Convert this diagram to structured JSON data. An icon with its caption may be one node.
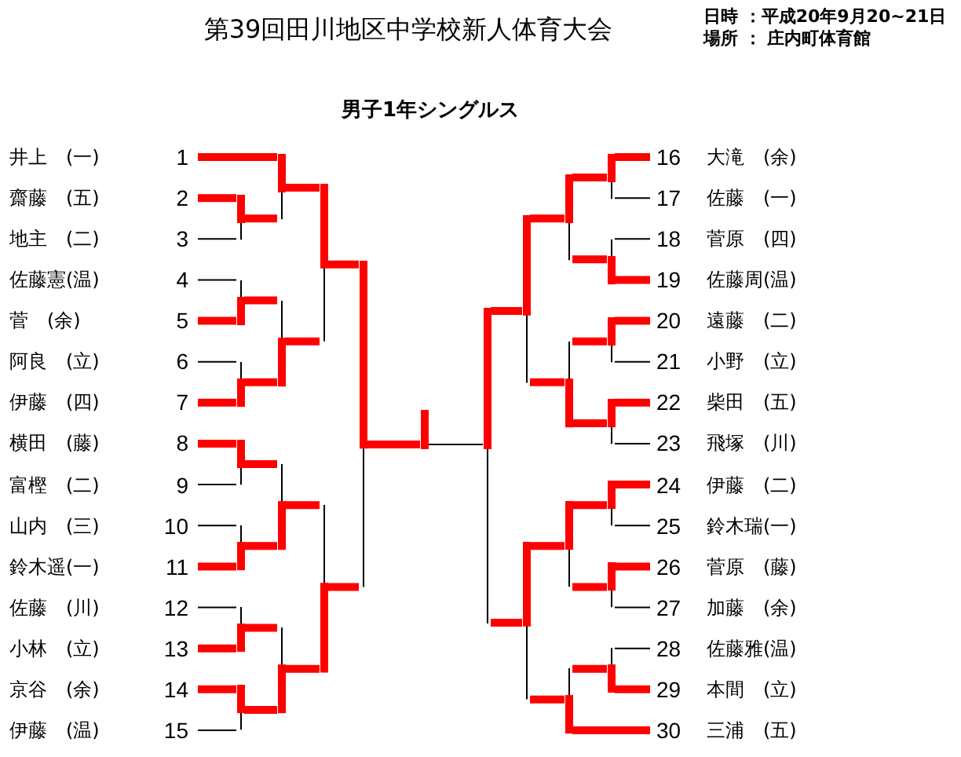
{
  "diagram": {
    "title": "第39回田川地区中学校新人体育大会",
    "nodes": [
      {
        "text": [
          "1"
        ],
        "beside": [
          "井上　(一)"
        ]
      },
      {
        "text": [
          "2"
        ],
        "beside": [
          "齋藤　(五)"
        ]
      },
      {
        "text": [
          "3"
        ],
        "beside": [
          "地主　(二)"
        ]
      },
      {
        "text": [
          "4"
        ],
        "beside": [
          "佐藤憲(温)"
        ]
      },
      {
        "text": [
          "5"
        ],
        "beside": [
          "菅　(余)"
        ]
      },
      {
        "text": [
          "6"
        ],
        "beside": [
          "阿良　(立)"
        ]
      },
      {
        "text": [
          "7"
        ],
        "beside": [
          "伊藤　(四)"
        ]
      },
      {
        "text": [
          "8"
        ],
        "beside": [
          "横田　(藤)"
        ]
      },
      {
        "text": [
          "9"
        ],
        "beside": [
          "富樫　(二)"
        ]
      },
      {
        "text": [
          "10"
        ],
        "beside": [
          "山内　(三)"
        ]
      },
      {
        "text": [
          "11"
        ],
        "beside": [
          "鈴木遥(一)"
        ]
      },
      {
        "text": [
          "12"
        ],
        "beside": [
          "佐藤　(川)"
        ]
      },
      {
        "text": [
          "13"
        ],
        "beside": [
          "小林　(立)"
        ]
      },
      {
        "text": [
          "14"
        ],
        "beside": [
          "京谷　(余)"
        ]
      },
      {
        "text": [
          "15"
        ],
        "beside": [
          "伊藤　(温)"
        ]
      },
      {
        "text": [
          "16"
        ],
        "beside": [
          "大滝　(余)"
        ]
      },
      {
        "text": [
          "17"
        ],
        "beside": [
          "佐藤　(一)"
        ]
      },
      {
        "text": [
          "18"
        ],
        "beside": [
          "菅原　(四)"
        ]
      },
      {
        "text": [
          "19"
        ],
        "beside": [
          "佐藤周(温)"
        ]
      },
      {
        "text": [
          "20"
        ],
        "beside": [
          "遠藤　(二)"
        ]
      },
      {
        "text": [
          "21"
        ],
        "beside": [
          "小野　(立)"
        ]
      },
      {
        "text": [
          "22"
        ],
        "beside": [
          "柴田　(五)"
        ]
      },
      {
        "text": [
          "23"
        ],
        "beside": [
          "飛塚　(川)"
        ]
      },
      {
        "text": [
          "24"
        ],
        "beside": [
          "伊藤　(二)"
        ]
      },
      {
        "text": [
          "25"
        ],
        "beside": [
          "鈴木瑞(一)"
        ]
      },
      {
        "text": [
          "26"
        ],
        "beside": [
          "菅原　(藤)"
        ]
      },
      {
        "text": [
          "27"
        ],
        "beside": [
          "加藤　(余)"
        ]
      },
      {
        "text": [
          "28"
        ],
        "beside": [
          "佐藤雅(温)"
        ]
      },
      {
        "text": [
          "29"
        ],
        "beside": [
          "本間　(立)"
        ]
      },
      {
        "text": [
          "30"
        ],
        "beside": [
          "三浦　(五)"
        ]
      },
      {
        "text": [],
        "shape": "bar"
      },
      {
        "text": [],
        "shape": "bar"
      },
      {
        "text": [],
        "shape": "bar"
      },
      {
        "text": [],
        "shape": "bar"
      },
      {
        "text": [],
        "shape": "bar"
      },
      {
        "text": [],
        "shape": "bar"
      },
      {
        "text": [],
        "shape": "bar"
      },
      {
        "text": [],
        "shape": "bar"
      },
      {
        "text": [],
        "shape": "bar"
      },
      {
        "text": [],
        "shape": "bar"
      },
      {
        "text": [],
        "shape": "bar"
      },
      {
        "text": [],
        "shape": "bar"
      },
      {
        "text": [],
        "shape": "bar"
      },
      {
        "text": [],
        "shape": "bar"
      },
      {
        "text": [],
        "shape": "bar"
      },
      {
        "text": [],
        "shape": "bar"
      },
      {
        "text": [],
        "shape": "bar"
      },
      {
        "text": [],
        "shape": "bar"
      },
      {
        "text": [],
        "shape": "bar"
      },
      {
        "text": [],
        "shape": "bar"
      },
      {
        "text": [],
        "shape": "bar"
      },
      {
        "text": [],
        "shape": "bar"
      },
      {
        "text": [],
        "shape": "bar"
      },
      {
        "text": [],
        "shape": "bar"
      },
      {
        "text": [],
        "shape": "bar"
      },
      {
        "text": [],
        "shape": "bar"
      },
      {
        "text": [],
        "shape": "bar"
      },
      {
        "text": [],
        "shape": "bar"
      },
      {
        "text": [],
        "shape": "bar"
      }
    ],
    "edges": [
      {
        "from": 0,
        "to": 31,
        "arrow": "none"
      },
      {
        "from": 1,
        "to": 30,
        "arrow": "none"
      },
      {
        "from": 2,
        "to": 30,
        "arrow": "none",
        "color": "#000000"
      },
      {
        "from": 3,
        "to": 32,
        "arrow": "none",
        "color": "#000000"
      },
      {
        "from": 4,
        "to": 32,
        "arrow": "none"
      },
      {
        "from": 5,
        "to": 33,
        "arrow": "none",
        "color": "#000000"
      },
      {
        "from": 6,
        "to": 33,
        "arrow": "none"
      },
      {
        "from": 7,
        "to": 36,
        "arrow": "none"
      },
      {
        "from": 8,
        "to": 36,
        "arrow": "none",
        "color": "#000000"
      },
      {
        "from": 9,
        "to": 37,
        "arrow": "none",
        "color": "#000000"
      },
      {
        "from": 10,
        "to": 37,
        "arrow": "none"
      },
      {
        "from": 11,
        "to": 39,
        "arrow": "none",
        "color": "#000000"
      },
      {
        "from": 12,
        "to": 39,
        "arrow": "none"
      },
      {
        "from": 13,
        "to": 40,
        "arrow": "none"
      },
      {
        "from": 14,
        "to": 40,
        "arrow": "none",
        "color": "#000000"
      },
      {
        "from": 15,
        "to": 44,
        "arrow": "none"
      },
      {
        "from": 16,
        "to": 44,
        "arrow": "none",
        "color": "#000000"
      },
      {
        "from": 17,
        "to": 45,
        "arrow": "none",
        "color": "#000000"
      },
      {
        "from": 18,
        "to": 45,
        "arrow": "none"
      },
      {
        "from": 19,
        "to": 47,
        "arrow": "none"
      },
      {
        "from": 20,
        "to": 47,
        "arrow": "none",
        "color": "#000000"
      },
      {
        "from": 21,
        "to": 48,
        "arrow": "none"
      },
      {
        "from": 22,
        "to": 48,
        "arrow": "none",
        "color": "#000000"
      },
      {
        "from": 23,
        "to": 51,
        "arrow": "none"
      },
      {
        "from": 24,
        "to": 51,
        "arrow": "none",
        "color": "#000000"
      },
      {
        "from": 25,
        "to": 52,
        "arrow": "none"
      },
      {
        "from": 26,
        "to": 52,
        "arrow": "none",
        "color": "#000000"
      },
      {
        "from": 27,
        "to": 54,
        "arrow": "none",
        "color": "#000000"
      },
      {
        "from": 28,
        "to": 54,
        "arrow": "none"
      },
      {
        "from": 29,
        "to": 55,
        "arrow": "none"
      },
      {
        "from": 30,
        "to": 31,
        "arrow": "none"
      },
      {
        "from": 31,
        "to": 35,
        "arrow": "none"
      },
      {
        "from": 32,
        "to": 34,
        "arrow": "none"
      },
      {
        "from": 33,
        "to": 34,
        "arrow": "none"
      },
      {
        "from": 34,
        "to": 35,
        "arrow": "none"
      },
      {
        "from": 35,
        "to": 43,
        "arrow": "none"
      },
      {
        "from": 36,
        "to": 38,
        "arrow": "none"
      },
      {
        "from": 37,
        "to": 38,
        "arrow": "none"
      },
      {
        "from": 38,
        "to": 42,
        "arrow": "none"
      },
      {
        "from": 39,
        "to": 41,
        "arrow": "none"
      },
      {
        "from": 40,
        "to": 41,
        "arrow": "none"
      },
      {
        "from": 41,
        "to": 42,
        "arrow": "none"
      },
      {
        "from": 42,
        "to": 43,
        "arrow": "none"
      },
      {
        "from": 43,
        "to": 58,
        "arrow": "none"
      },
      {
        "from": 44,
        "to": 46,
        "arrow": "none"
      },
      {
        "from": 45,
        "to": 46,
        "arrow": "none"
      },
      {
        "from": 46,
        "to": 50,
        "arrow": "none"
      },
      {
        "from": 47,
        "to": 49,
        "arrow": "none"
      },
      {
        "from": 48,
        "to": 49,
        "arrow": "none"
      },
      {
        "from": 49,
        "to": 50,
        "arrow": "none"
      },
      {
        "from": 50,
        "to": 57,
        "arrow": "none"
      },
      {
        "from": 51,
        "to": 53,
        "arrow": "none"
      },
      {
        "from": 52,
        "to": 53,
        "arrow": "none"
      },
      {
        "from": 53,
        "to": 56,
        "arrow": "none"
      },
      {
        "from": 54,
        "to": 55,
        "arrow": "none"
      },
      {
        "from": 55,
        "to": 56,
        "arrow": "none"
      },
      {
        "from": 56,
        "to": 57,
        "arrow": "none"
      },
      {
        "from": 57,
        "to": 58,
        "arrow": "none",
        "color": "#000000"
      }
    ],
    "labels": [
      "日時 ：平成20年9月20~21日",
      "場所 ： 庄内町体育館",
      "男子1年シングルス"
    ]
  }
}
